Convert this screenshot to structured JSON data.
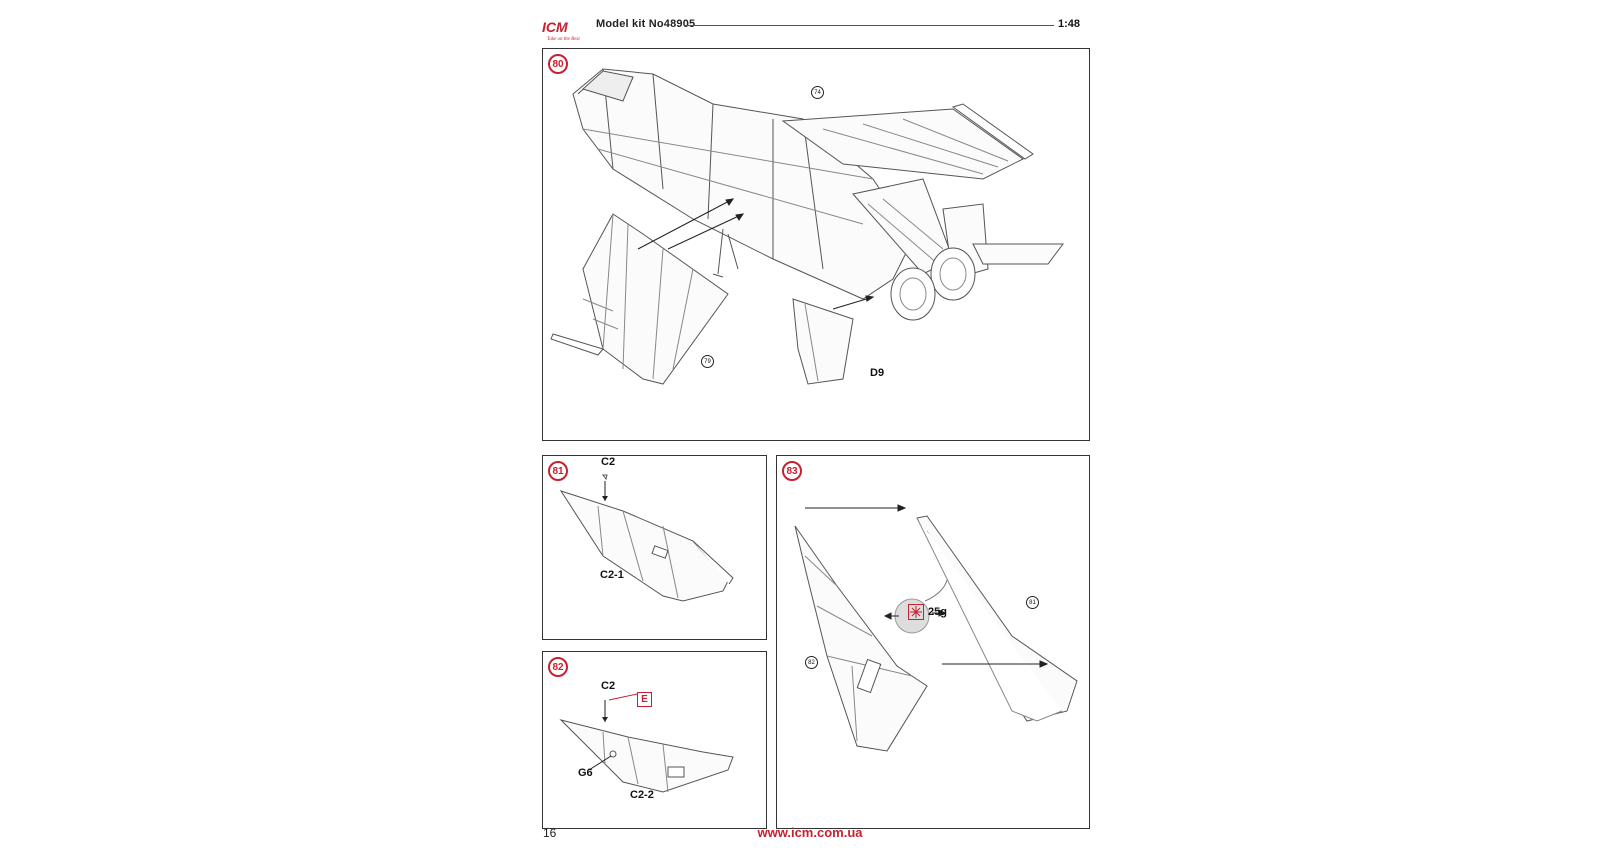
{
  "header": {
    "brand": "ICM",
    "tagline": "Take on the Best",
    "title": "Model kit No48905",
    "scale": "1:48"
  },
  "steps": {
    "s80": {
      "number": "80",
      "refs": [
        "74",
        "79"
      ],
      "part": "D9"
    },
    "s81": {
      "number": "81",
      "part_top": "C2",
      "part_bottom": "C2-1"
    },
    "s82": {
      "number": "82",
      "part_top": "C2",
      "flag": "E",
      "part_left": "G6",
      "part_bottom": "C2-2"
    },
    "s83": {
      "number": "83",
      "ref_right": "81",
      "ref_left": "82",
      "weight": "25g"
    }
  },
  "footer": {
    "page_number": "16",
    "website": "www.icm.com.ua"
  },
  "colors": {
    "accent": "#c8202f",
    "line": "#333333"
  }
}
